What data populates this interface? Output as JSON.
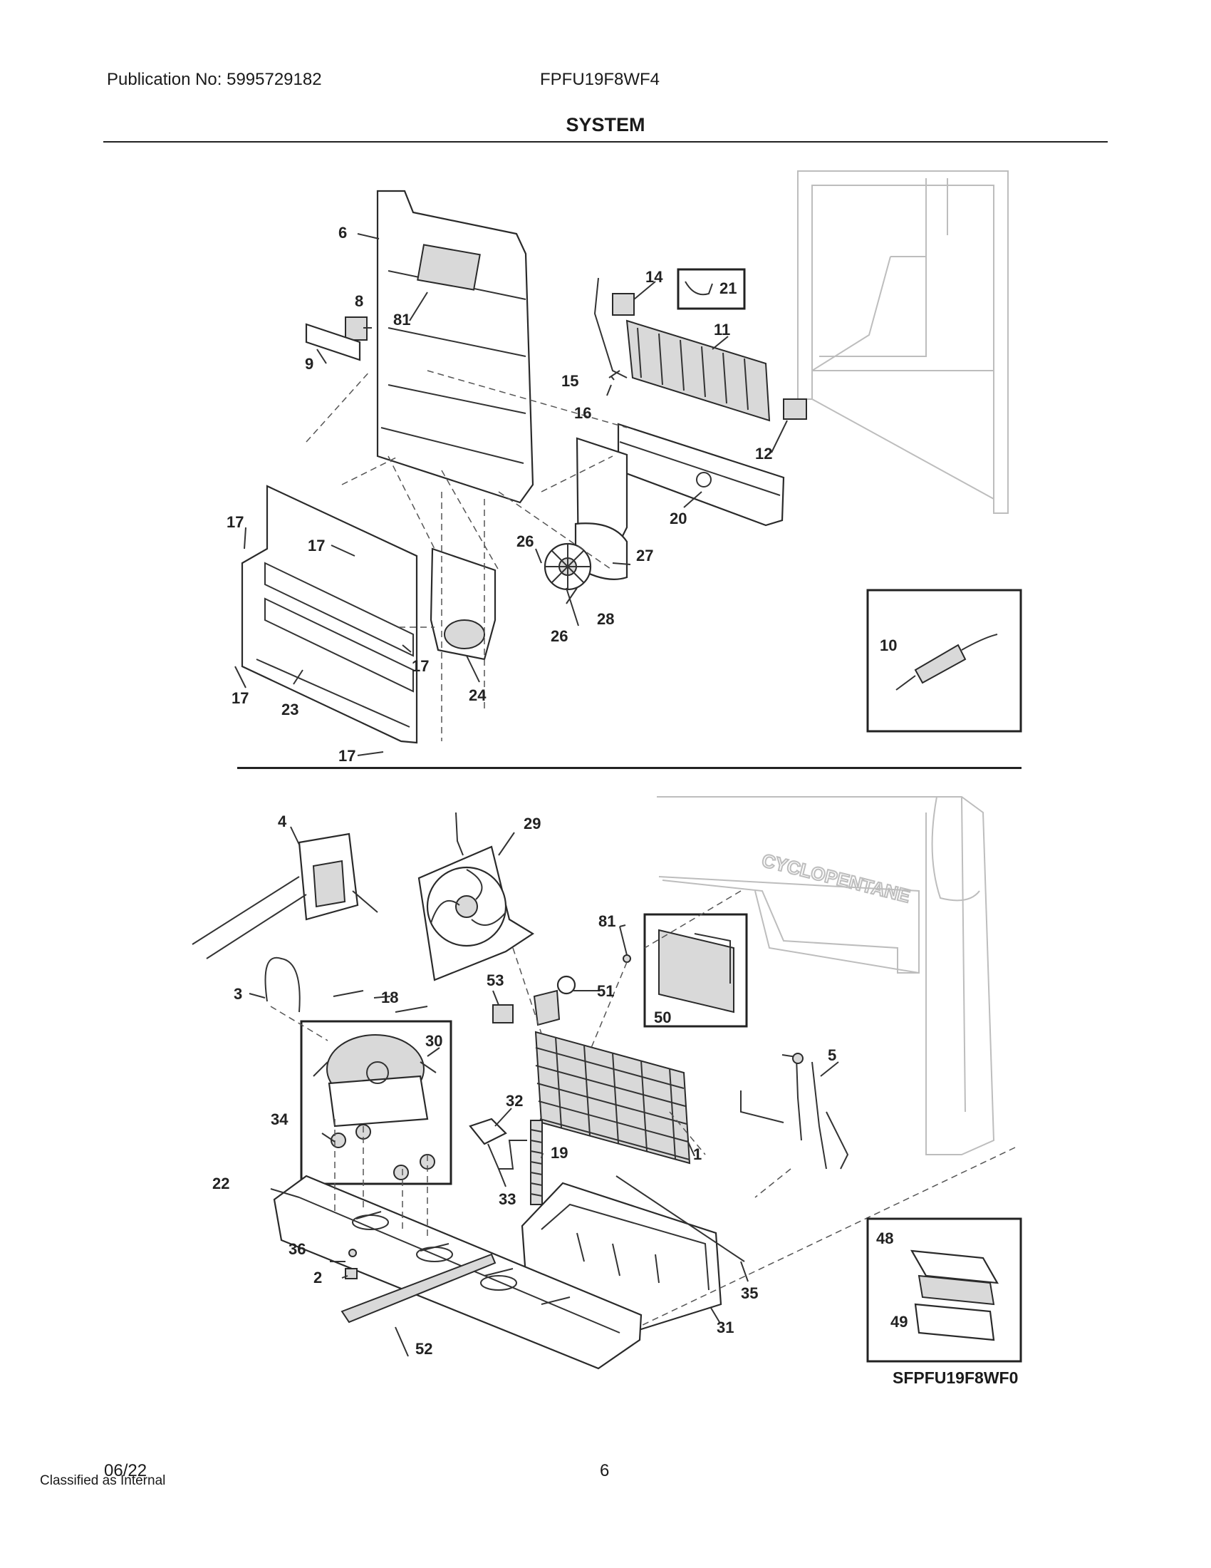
{
  "header": {
    "publication": "Publication No: 5995729182",
    "model": "FPFU19F8WF4",
    "section_title": "SYSTEM"
  },
  "callouts": {
    "c1": "1",
    "c2": "2",
    "c3": "3",
    "c4": "4",
    "c5": "5",
    "c6": "6",
    "c8": "8",
    "c9": "9",
    "c10": "10",
    "c11": "11",
    "c12": "12",
    "c14": "14",
    "c15": "15",
    "c16": "16",
    "c17a": "17",
    "c17b": "17",
    "c17c": "17",
    "c17d": "17",
    "c17e": "17",
    "c18": "18",
    "c19": "19",
    "c20": "20",
    "c21": "21",
    "c22": "22",
    "c23": "23",
    "c24": "24",
    "c26a": "26",
    "c26b": "26",
    "c27": "27",
    "c28": "28",
    "c29": "29",
    "c30": "30",
    "c31": "31",
    "c32": "32",
    "c33": "33",
    "c34": "34",
    "c35": "35",
    "c36": "36",
    "c48": "48",
    "c49": "49",
    "c50": "50",
    "c51": "51",
    "c52": "52",
    "c53": "53",
    "c81a": "81",
    "c81b": "81"
  },
  "embossed_text": "CYCLOPENTANE",
  "diagram_ref": "SFPFU19F8WF0",
  "footer": {
    "date": "06/22",
    "classification": "Classified as Internal",
    "page_number": "6"
  }
}
